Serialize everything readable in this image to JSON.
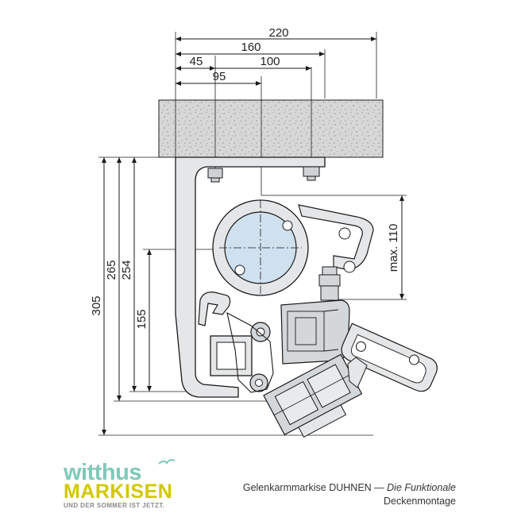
{
  "dimensions": {
    "d220": "220",
    "d160": "160",
    "d45": "45",
    "d100": "100",
    "d95": "95",
    "d305": "305",
    "d265": "265",
    "d254": "254",
    "d155": "155",
    "dmax110": "max. 110"
  },
  "brand": {
    "name_top": "witthus",
    "name_bottom": "MARKISEN",
    "tagline": "UND DER SOMMER IST JETZT."
  },
  "caption": {
    "product": "Gelenkarmmarkise DUHNEN —",
    "product_italic": "Die Funktionale",
    "mounting": "Deckenmontage"
  },
  "colors": {
    "part_fill": "#e4e6e8",
    "line": "#1a1a1a",
    "tube_fill": "#cfe0ef",
    "logo_teal": "#7fc9b9",
    "logo_yellow": "#d2c800"
  }
}
